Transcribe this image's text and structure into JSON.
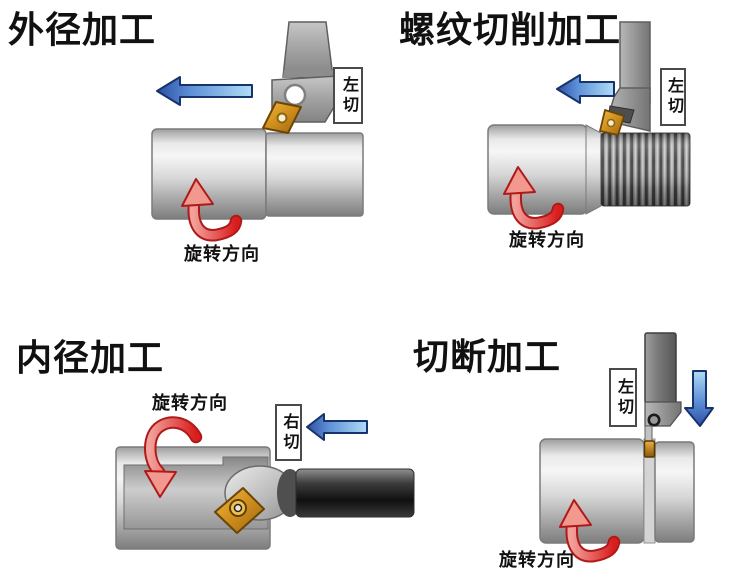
{
  "panels": [
    {
      "id": "external-turning",
      "title": "外径加工",
      "cut_label": "左切",
      "rotation_label": "旋转方向",
      "feed_direction": "left",
      "rotation_direction": "up"
    },
    {
      "id": "thread-cutting",
      "title": "螺纹切削加工",
      "cut_label": "左切",
      "rotation_label": "旋转方向",
      "feed_direction": "left",
      "rotation_direction": "up"
    },
    {
      "id": "internal-boring",
      "title": "内径加工",
      "cut_label": "右切",
      "rotation_label": "旋转方向",
      "feed_direction": "left",
      "rotation_direction": "down"
    },
    {
      "id": "cut-off",
      "title": "切断加工",
      "cut_label": "左切",
      "rotation_label": "旋转方向",
      "feed_direction": "down",
      "rotation_direction": "up"
    }
  ],
  "colors": {
    "background": "#ffffff",
    "text": "#111111",
    "feed_arrow_blue_dark": "#2d4fa4",
    "feed_arrow_blue_light": "#b0dcf6",
    "rotation_arrow_red": "#d91c1c",
    "rotation_arrow_pink": "#f2a09a",
    "insert_gold": "#d3921e",
    "metal_light": "#f6f6f6",
    "metal_dark": "#7d7d7d"
  }
}
